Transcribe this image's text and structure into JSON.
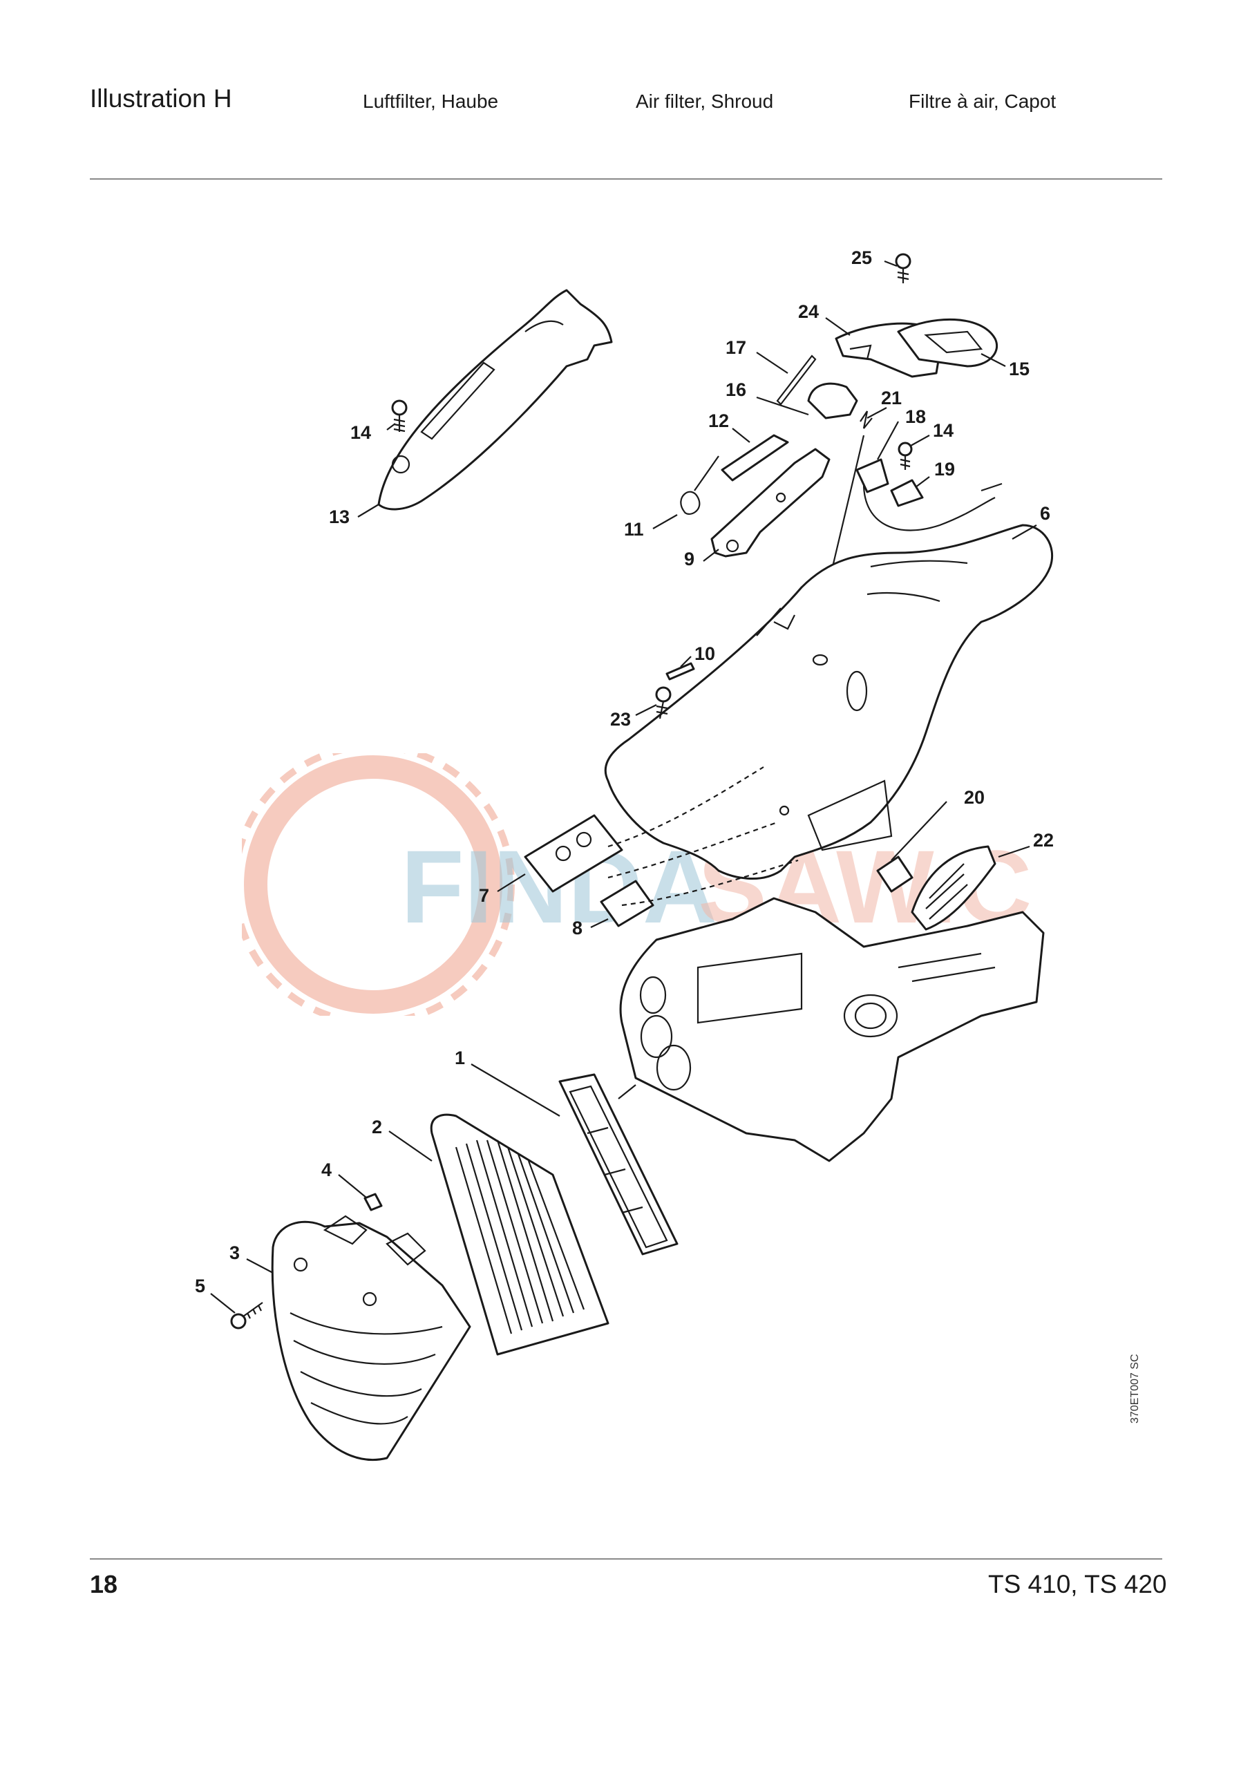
{
  "header": {
    "title": "Illustration  H",
    "german": "Luftfilter, Haube",
    "english": "Air filter, Shroud",
    "french": "Filtre à air, Capot"
  },
  "footer": {
    "page_number": "18",
    "model": "TS 410, TS 420"
  },
  "drawing_code": "370ET007 SC",
  "watermark": {
    "text_blue": "FINDA",
    "text_red": "SAW.COM",
    "color_blue": "#9ec6d8",
    "color_red": "#f2b8a8"
  },
  "callouts": [
    {
      "id": "c1",
      "label": "1"
    },
    {
      "id": "c2",
      "label": "2"
    },
    {
      "id": "c3",
      "label": "3"
    },
    {
      "id": "c4",
      "label": "4"
    },
    {
      "id": "c5",
      "label": "5"
    },
    {
      "id": "c6",
      "label": "6"
    },
    {
      "id": "c7",
      "label": "7"
    },
    {
      "id": "c8",
      "label": "8"
    },
    {
      "id": "c9",
      "label": "9"
    },
    {
      "id": "c10",
      "label": "10"
    },
    {
      "id": "c11",
      "label": "11"
    },
    {
      "id": "c12",
      "label": "12"
    },
    {
      "id": "c13",
      "label": "13"
    },
    {
      "id": "c14a",
      "label": "14"
    },
    {
      "id": "c14b",
      "label": "14"
    },
    {
      "id": "c15",
      "label": "15"
    },
    {
      "id": "c16",
      "label": "16"
    },
    {
      "id": "c17",
      "label": "17"
    },
    {
      "id": "c18",
      "label": "18"
    },
    {
      "id": "c19",
      "label": "19"
    },
    {
      "id": "c20",
      "label": "20"
    },
    {
      "id": "c21",
      "label": "21"
    },
    {
      "id": "c22",
      "label": "22"
    },
    {
      "id": "c23",
      "label": "23"
    },
    {
      "id": "c24",
      "label": "24"
    },
    {
      "id": "c25",
      "label": "25"
    }
  ]
}
